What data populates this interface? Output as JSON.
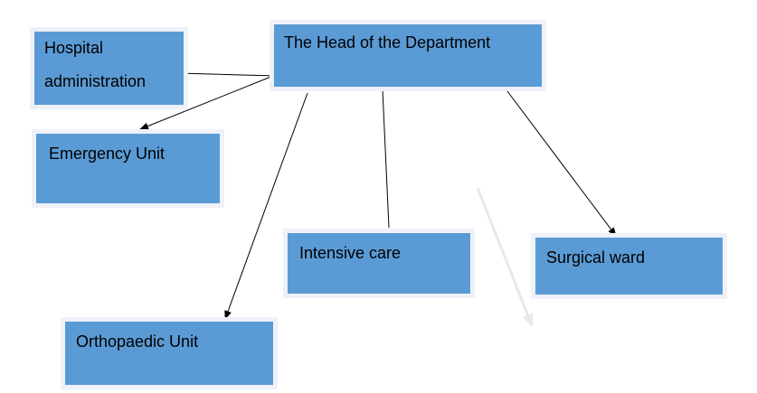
{
  "diagram": {
    "type": "organization-chart",
    "colors": {
      "box_fill": "#5b9bd5",
      "box_border": "#eef1f7",
      "connector": "#000000",
      "ghost_arrow": "#e8e8e8"
    },
    "nodes": {
      "head": {
        "label": "The Head of the Department"
      },
      "hospital_admin": {
        "label_line1": "Hospital",
        "label_line2": "administration"
      },
      "emergency": {
        "label": "Emergency Unit"
      },
      "intensive": {
        "label": "Intensive care"
      },
      "surgical": {
        "label": "Surgical ward"
      },
      "orthopaedic": {
        "label": "Orthopaedic Unit"
      }
    },
    "edges": [
      {
        "from": "head",
        "to": "hospital_admin",
        "arrow": true
      },
      {
        "from": "head",
        "to": "emergency",
        "arrow": true
      },
      {
        "from": "head",
        "to": "orthopaedic",
        "arrow": true
      },
      {
        "from": "head",
        "to": "intensive",
        "arrow": false
      },
      {
        "from": "head",
        "to": "surgical",
        "arrow": true
      }
    ]
  }
}
